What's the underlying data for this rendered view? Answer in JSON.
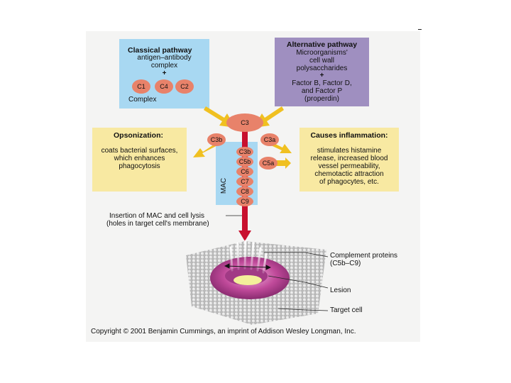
{
  "classical": {
    "title": "Classical pathway",
    "line1": "antigen–antibody",
    "line2": "complex",
    "plus": "+",
    "components": [
      "C1",
      "C4",
      "C2"
    ],
    "complex_label": "Complex"
  },
  "alternative": {
    "title": "Alternative pathway",
    "lines": [
      "Microorganisms'",
      "cell wall",
      "polysaccharides",
      "+",
      "Factor B, Factor D,",
      "and Factor P",
      "(properdin)"
    ]
  },
  "center": {
    "c3": "C3",
    "c3b_left": "C3b",
    "c3a": "C3a",
    "c5a": "C5a",
    "mac_label": "MAC",
    "mac_components": [
      "C3b",
      "C5b",
      "C6",
      "C7",
      "C8",
      "C9"
    ]
  },
  "opsonization": {
    "title": "Opsonization:",
    "lines": [
      "coats bacterial surfaces,",
      "which enhances",
      "phagocytosis"
    ]
  },
  "inflammation": {
    "title": "Causes inflammation:",
    "lines": [
      "stimulates histamine",
      "release, increased blood",
      "vessel permeability,",
      "chemotactic attraction",
      "of phagocytes, etc."
    ]
  },
  "insertion": {
    "line1": "Insertion of MAC and cell lysis",
    "line2": "(holes in target cell's membrane)"
  },
  "cell_labels": {
    "proteins1": "Complement proteins",
    "proteins2": "(C5b–C9)",
    "lesion": "Lesion",
    "target": "Target cell"
  },
  "copyright": "Copyright © 2001 Benjamin Cummings, an imprint of Addison Wesley Longman, Inc.",
  "colors": {
    "blue_box": "#a8d8f2",
    "purple_box": "#9f8fc0",
    "yellow_box": "#f8e9a2",
    "component_circle": "#e8826a",
    "arrow_yellow": "#f0c020",
    "red_arrow": "#c8102e",
    "membrane_pink": "#c04a9a"
  }
}
